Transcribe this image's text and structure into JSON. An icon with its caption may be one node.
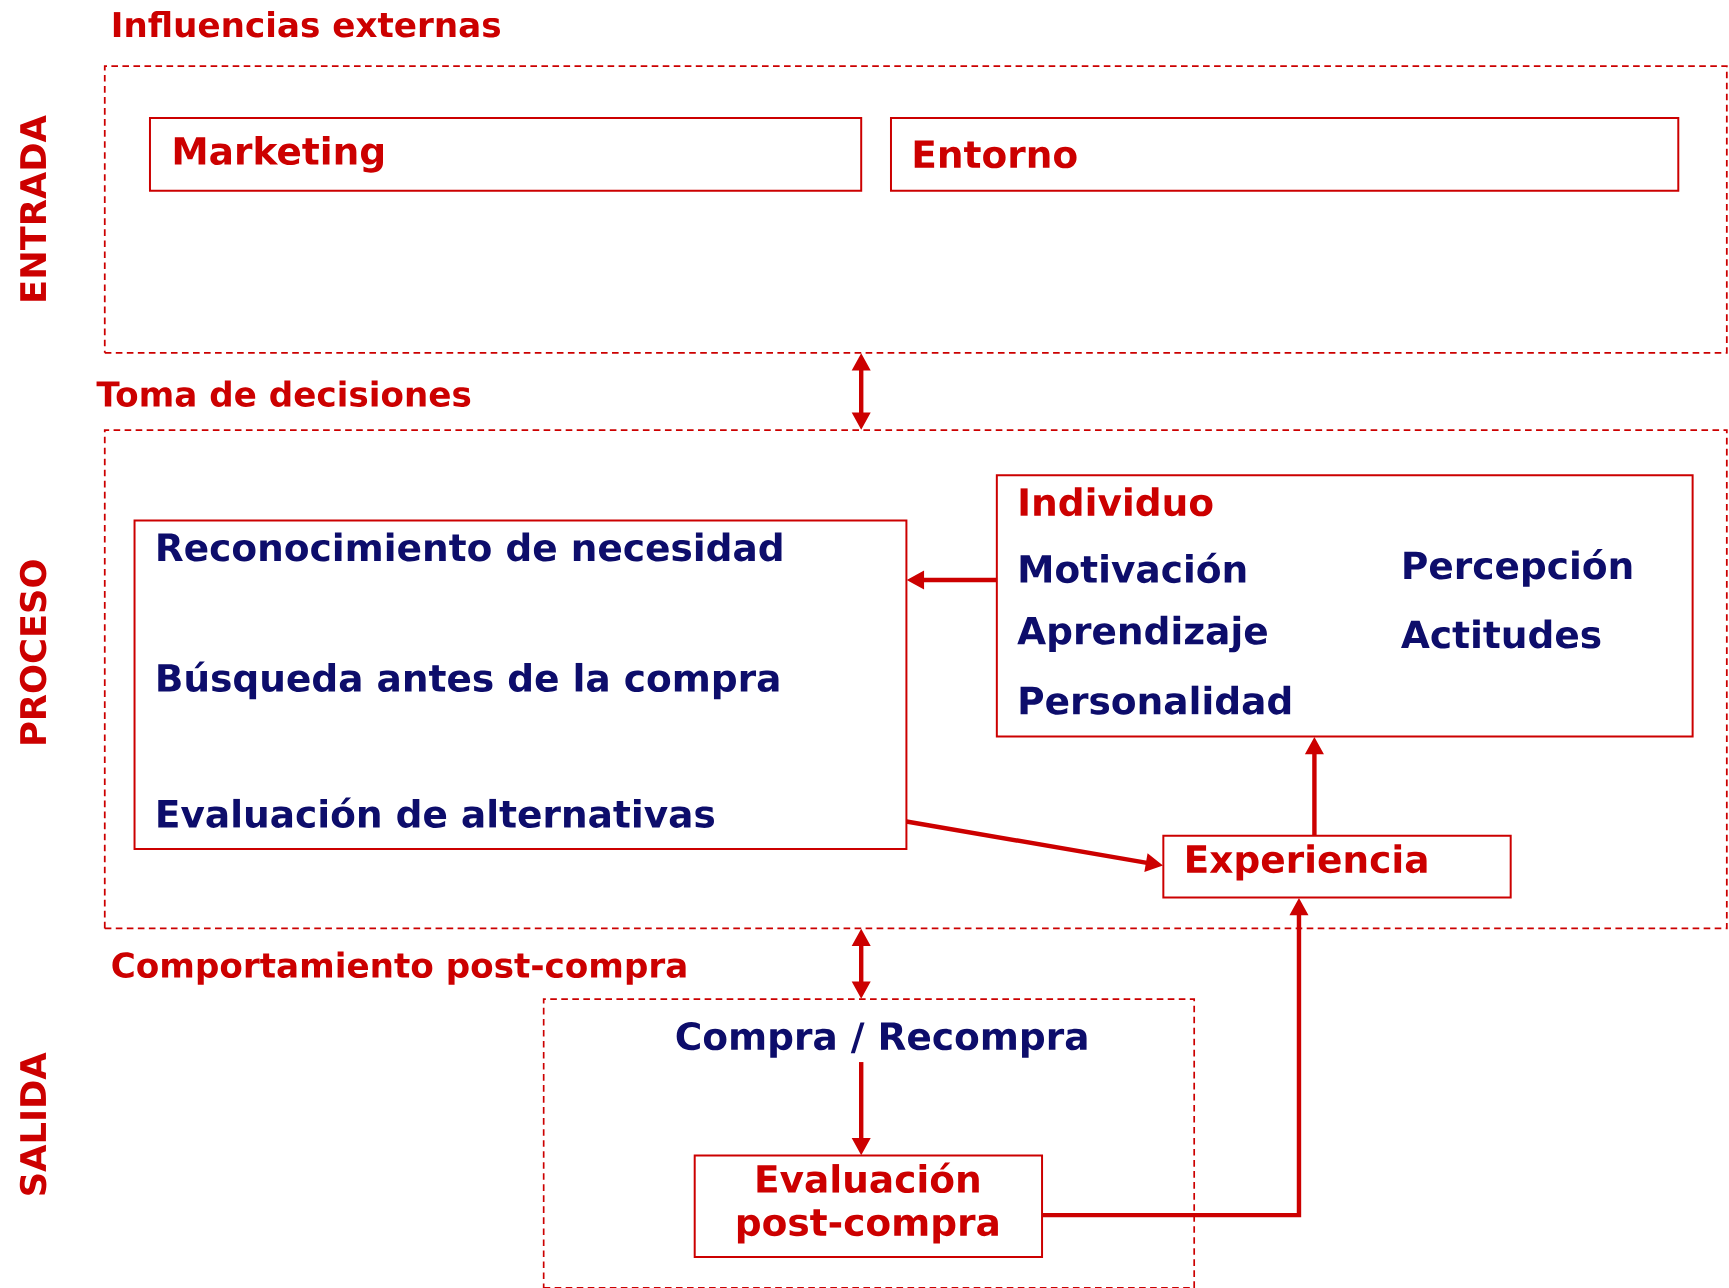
{
  "diagram": {
    "nodes": [
      {
        "text": [
          "Influencias externas"
        ]
      },
      {
        "text": [
          "Marketing"
        ],
        "in": 0
      },
      {
        "text": [
          "Entorno"
        ],
        "in": 0
      },
      {
        "text": [
          "Toma de decisiones"
        ]
      },
      {
        "text": [
          "Individuo",
          "Motivación",
          "Percepción",
          "Aprendizaje",
          "Actitudes",
          "Personalidad"
        ],
        "in": 3
      },
      {
        "text": [
          "Reconocimiento de necesidad",
          "Búsqueda antes de la compra",
          "Evaluación de alternativas"
        ],
        "in": 3
      },
      {
        "text": [
          "Experiencia"
        ],
        "in": 3
      },
      {
        "text": [
          "Comportamiento post-compra"
        ]
      },
      {
        "text": [
          "Compra / Recompra"
        ],
        "in": 7
      },
      {
        "text": [
          "Evaluación post-compra"
        ],
        "in": 7
      }
    ],
    "edges": [
      {
        "from": 0,
        "to": 3,
        "arrow": "both"
      },
      {
        "from": 4,
        "to": 5,
        "arrow": "to"
      },
      {
        "from": 5,
        "to": 6,
        "arrow": "to"
      },
      {
        "from": 6,
        "to": 4,
        "arrow": "to"
      },
      {
        "from": 3,
        "to": 7,
        "arrow": "both"
      },
      {
        "from": 8,
        "to": 9,
        "arrow": "to"
      },
      {
        "from": 9,
        "to": 6,
        "arrow": "to"
      }
    ],
    "labels": [
      "ENTRADA",
      "PROCESO",
      "SALIDA"
    ]
  }
}
